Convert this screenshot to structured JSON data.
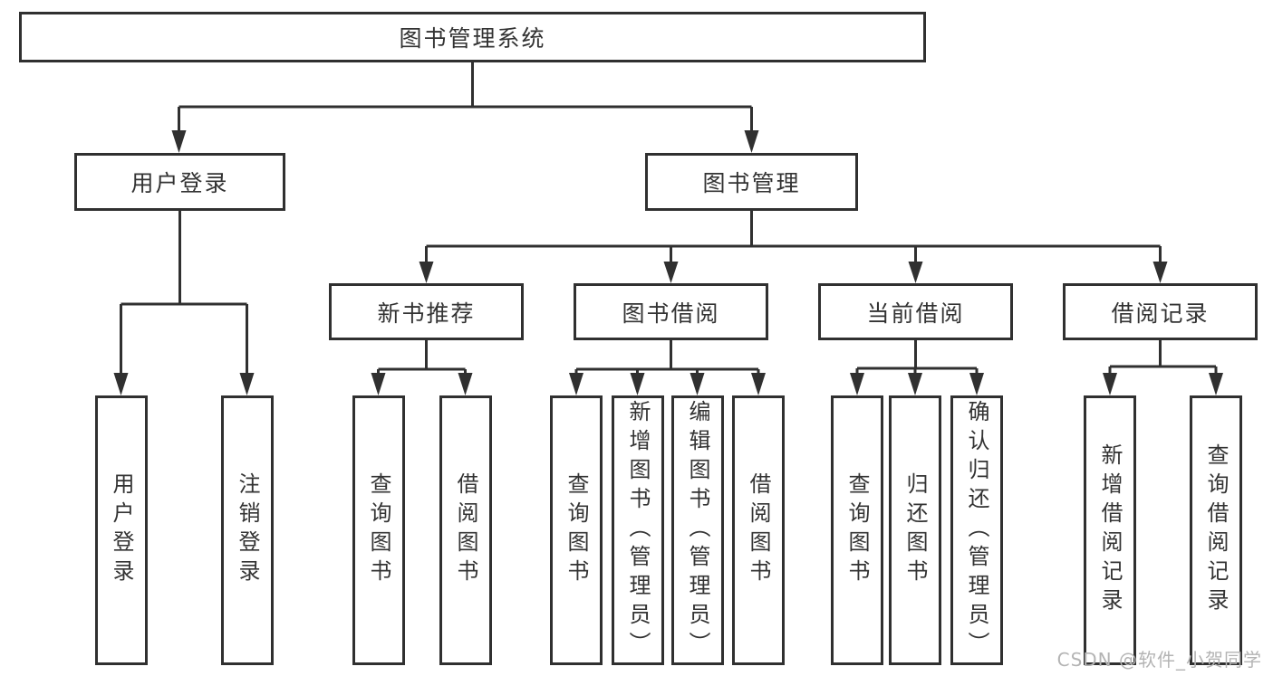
{
  "diagram_title": "图书管理系统",
  "colors": {
    "line": "#303030",
    "text": "#333333",
    "watermark": "#b4b4b4",
    "bg": "#ffffff"
  },
  "nodes": {
    "root": {
      "label": "图书管理系统"
    },
    "user_login": {
      "label": "用户登录"
    },
    "book_mgmt": {
      "label": "图书管理"
    },
    "new_book_rec": {
      "label": "新书推荐"
    },
    "book_borrow": {
      "label": "图书借阅"
    },
    "current_borrow": {
      "label": "当前借阅"
    },
    "borrow_record": {
      "label": "借阅记录"
    },
    "login": {
      "label": "用户登录"
    },
    "logout": {
      "label": "注销登录"
    },
    "nb_query": {
      "label": "查询图书"
    },
    "nb_borrow": {
      "label": "借阅图书"
    },
    "bb_query": {
      "label": "查询图书"
    },
    "bb_add": {
      "label": "新增图书（管理员）"
    },
    "bb_edit": {
      "label": "编辑图书（管理员）"
    },
    "bb_borrow": {
      "label": "借阅图书"
    },
    "cb_query": {
      "label": "查询图书"
    },
    "cb_return": {
      "label": "归还图书"
    },
    "cb_confirm": {
      "label": "确认归还（管理员）"
    },
    "br_add": {
      "label": "新增借阅记录"
    },
    "br_query": {
      "label": "查询借阅记录"
    }
  },
  "watermark": {
    "text": "CSDN @软件_小贺同学"
  }
}
